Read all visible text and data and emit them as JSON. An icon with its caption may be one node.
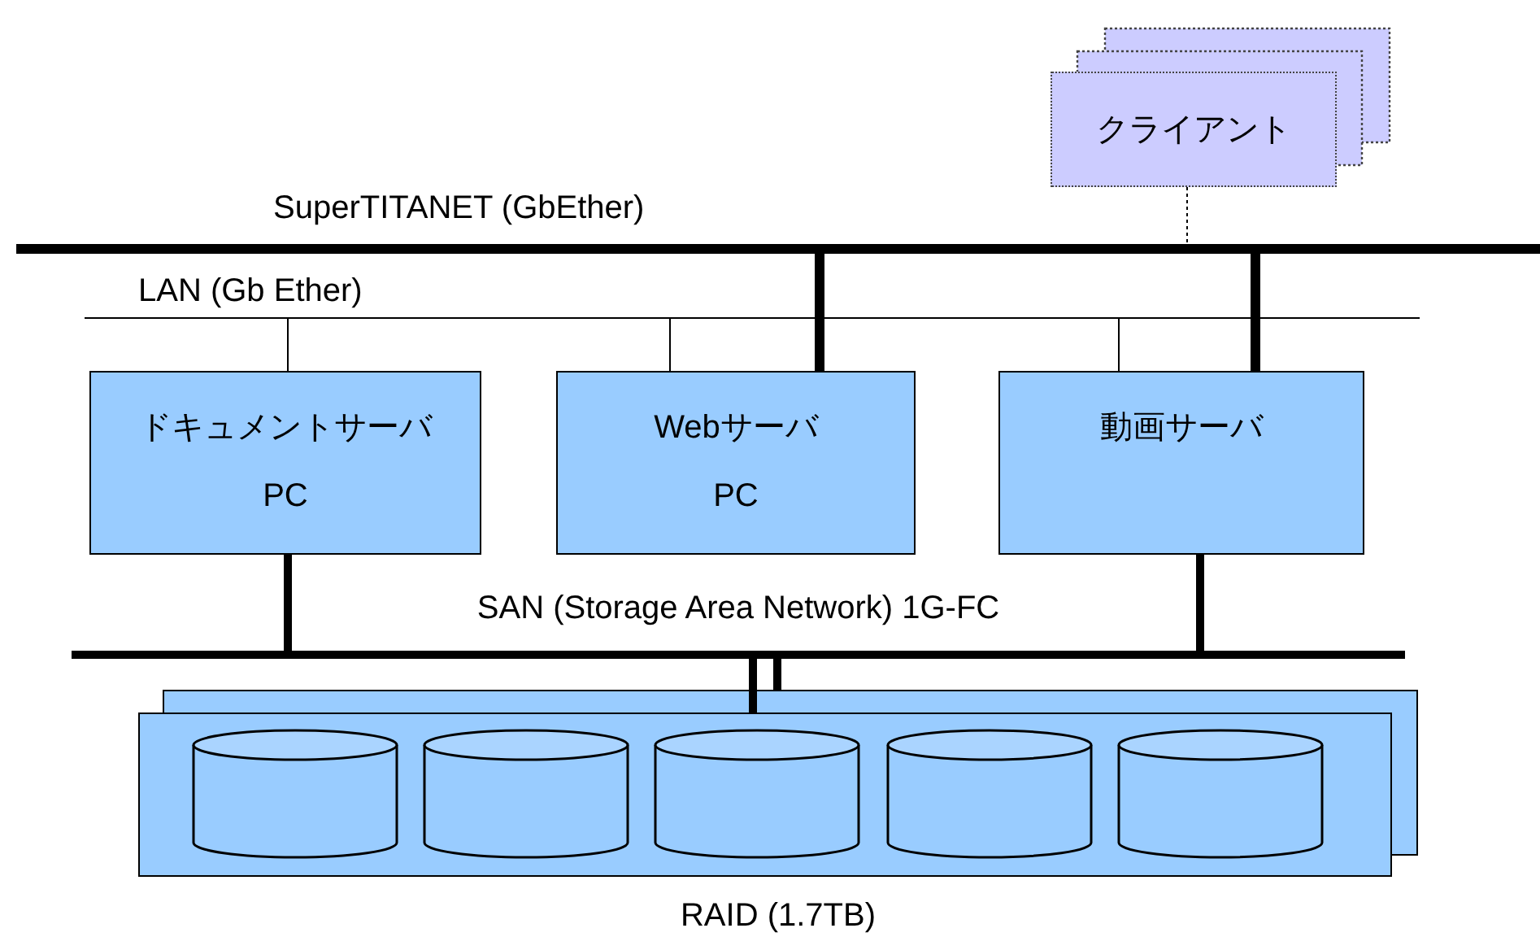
{
  "diagram": {
    "nodes": [
      {
        "text": [
          "クライアント"
        ]
      },
      {
        "text": [
          "SuperTITANET (GbEther)"
        ]
      },
      {
        "text": [
          "LAN (Gb Ether)"
        ]
      },
      {
        "text": [
          "ドキュメントサーバ",
          "PC"
        ]
      },
      {
        "text": [
          "Webサーバ",
          "PC"
        ]
      },
      {
        "text": [
          "動画サーバ"
        ]
      },
      {
        "text": [
          "SAN (Storage Area Network) 1G-FC"
        ]
      },
      {
        "text": [
          "RAID (1.7TB)"
        ]
      }
    ],
    "edges": [
      {
        "from": 0,
        "to": 1,
        "arrow": "none",
        "style": "dashed"
      },
      {
        "from": 4,
        "to": 1,
        "arrow": "none"
      },
      {
        "from": 5,
        "to": 1,
        "arrow": "none"
      },
      {
        "from": 2,
        "to": 3,
        "arrow": "none"
      },
      {
        "from": 2,
        "to": 4,
        "arrow": "none"
      },
      {
        "from": 2,
        "to": 5,
        "arrow": "none"
      },
      {
        "from": 3,
        "to": 6,
        "arrow": "none"
      },
      {
        "from": 5,
        "to": 6,
        "arrow": "none"
      },
      {
        "from": 6,
        "to": 7,
        "arrow": "none"
      },
      {
        "from": 6,
        "to": 7,
        "arrow": "none"
      }
    ]
  }
}
